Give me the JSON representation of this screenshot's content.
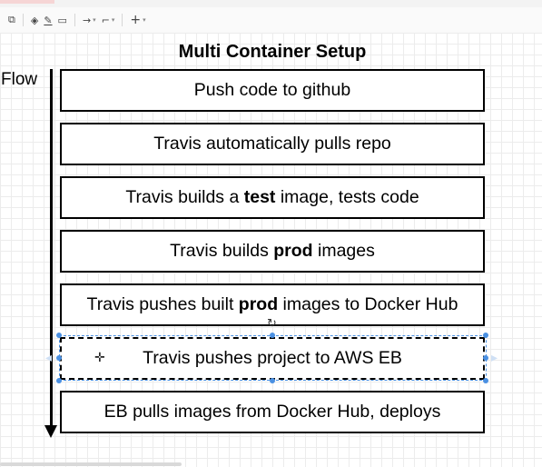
{
  "toolbar": {
    "items": [
      {
        "name": "duplicate-icon",
        "glyph": "⧉"
      },
      {
        "name": "fill-color-icon",
        "glyph": "◈"
      },
      {
        "name": "line-color-icon",
        "glyph": "✎"
      },
      {
        "name": "shadow-icon",
        "glyph": "▭"
      },
      {
        "name": "connection-icon",
        "glyph": "→"
      },
      {
        "name": "waypoints-icon",
        "glyph": "⌐"
      },
      {
        "name": "insert-icon",
        "glyph": "+"
      }
    ],
    "caret": "▾"
  },
  "diagram": {
    "title": "Multi Container Setup",
    "flow_label": "Flow",
    "steps": [
      {
        "before": "Push code to github",
        "bold": "",
        "after": ""
      },
      {
        "before": "Travis automatically pulls repo",
        "bold": "",
        "after": ""
      },
      {
        "before": "Travis builds a ",
        "bold": "test",
        "after": " image, tests code"
      },
      {
        "before": "Travis builds ",
        "bold": "prod",
        "after": " images"
      },
      {
        "before": "Travis pushes built ",
        "bold": "prod",
        "after": " images to Docker Hub"
      },
      {
        "before": "Travis pushes project to AWS EB",
        "bold": "",
        "after": ""
      },
      {
        "before": "EB pulls images from Docker Hub, deploys",
        "bold": "",
        "after": ""
      }
    ],
    "selected_step": 5,
    "rotate_glyph": "↻",
    "move_glyph": "✛",
    "hover_arrow_left": "◂",
    "hover_arrow_right": "▸"
  }
}
